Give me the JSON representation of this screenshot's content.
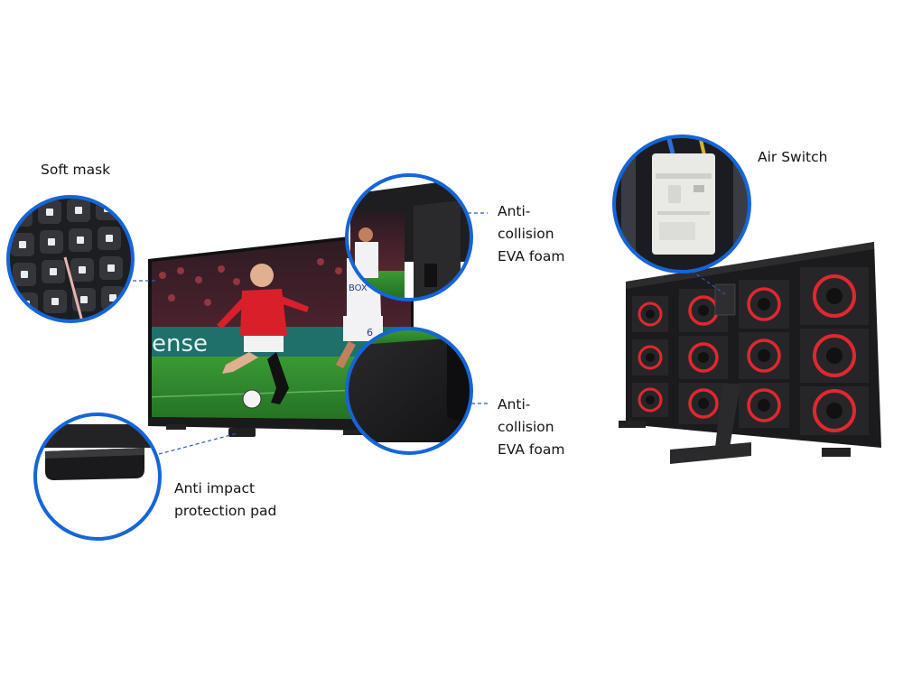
{
  "labels": {
    "soft_mask": "Soft mask",
    "air_switch": "Air Switch",
    "eva_top": [
      "Anti-",
      "collision",
      "EVA foam"
    ],
    "eva_bottom": [
      "Anti-",
      "collision",
      "EVA foam"
    ],
    "impact_pad": [
      "Anti impact",
      "protection pad"
    ]
  },
  "screen_content": {
    "banner_text": "ense",
    "shirt_text_left": "BOX",
    "player_number": "6"
  },
  "colors": {
    "callout_ring": "#1565d8",
    "leader_line": "#2a5db0",
    "cabinet": "#1b1b1d",
    "fan_accent": "#e0282e",
    "pitch": "#2f8a2b"
  }
}
